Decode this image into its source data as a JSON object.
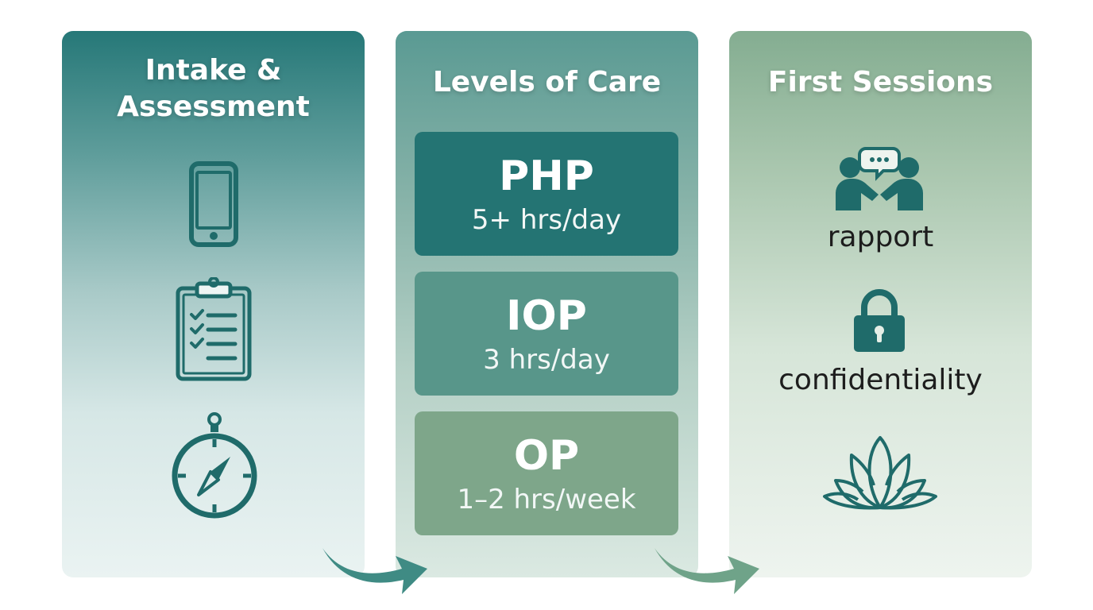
{
  "panels": [
    {
      "title_line1": "Intake &",
      "title_line2": "Assessment",
      "icons": [
        "smartphone-icon",
        "clipboard-checklist-icon",
        "compass-icon"
      ]
    },
    {
      "title": "Levels of Care",
      "cards": [
        {
          "code": "PHP",
          "duration": "5+ hrs/day"
        },
        {
          "code": "IOP",
          "duration": "3 hrs/day"
        },
        {
          "code": "OP",
          "duration": "1–2 hrs/week"
        }
      ]
    },
    {
      "title": "First Sessions",
      "items": [
        {
          "icon": "people-handshake-icon",
          "label": "rapport"
        },
        {
          "icon": "padlock-icon",
          "label": "confidentiality"
        },
        {
          "icon": "lotus-icon",
          "label": ""
        }
      ]
    }
  ],
  "colors": {
    "icon_dark": "#1f6b6a",
    "card_php": "#247473",
    "card_iop": "#58968a",
    "card_op": "#7ea68a",
    "arrow_1": "#3f8b84",
    "arrow_2": "#6fa389"
  }
}
